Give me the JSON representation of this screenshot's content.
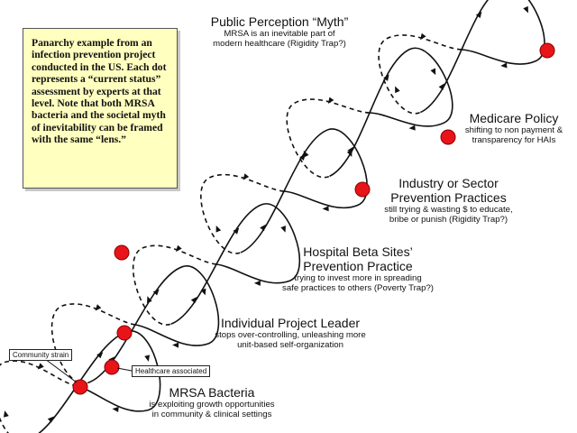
{
  "note": "Panarchy example from an infection prevention project conducted in the US. Each dot represents a “current status” assessment by experts at that level. Note that both MRSA bacteria and the societal myth of inevitability can be framed with the same “lens.”",
  "levels": [
    {
      "title": "Public Perception “Myth”",
      "subtitle_lines": [
        "MRSA is an inevitable part of",
        "modern healthcare (Rigidity Trap?)"
      ]
    },
    {
      "title": "Medicare Policy",
      "subtitle_lines": [
        "shifting to non payment &",
        "transparency for HAIs"
      ]
    },
    {
      "title": "Industry or Sector\nPrevention Practices",
      "subtitle_lines": [
        "still trying & wasting $ to educate,",
        "bribe or punish (Rigidity Trap?)"
      ]
    },
    {
      "title": "Hospital Beta Sites’\nPrevention Practice",
      "subtitle_lines": [
        "trying to invest more in spreading",
        "safe practices to others (Poverty Trap?)"
      ]
    },
    {
      "title": "Individual Project Leader",
      "subtitle_lines": [
        "stops over-controlling, unleashing more",
        "unit-based self-organization"
      ]
    },
    {
      "title": "MRSA Bacteria",
      "subtitle_lines": [
        "is exploiting growth opportunities",
        "in community & clinical settings"
      ]
    }
  ],
  "callouts": {
    "community": "Community strain",
    "healthcare": "Healthcare associated"
  },
  "colors": {
    "dot": "#e8141a",
    "dot_stroke": "#8a0000",
    "note_bg": "#ffffc0",
    "line": "#111111"
  },
  "icons": {
    "dot": "status-dot",
    "arrow": "arrowhead"
  }
}
